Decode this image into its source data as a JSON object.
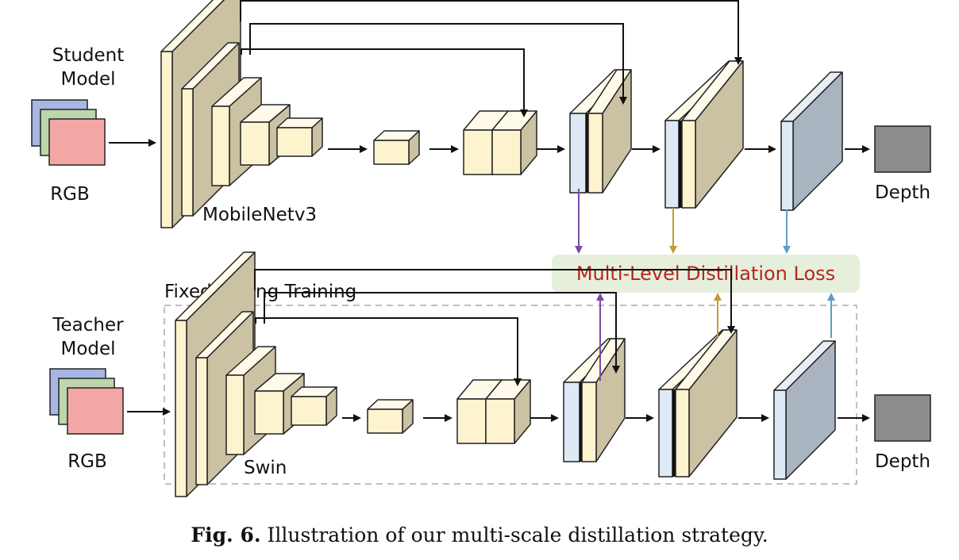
{
  "colors": {
    "feature_front": "#fdf3cf",
    "feature_top": "#fffaea",
    "feature_side": "#cbc1a3",
    "decoder_blue_front": "#dde9f5",
    "decoder_gray_side": "#aab4c0",
    "rgb_blue": "#a7b6e3",
    "rgb_green": "#bcd7ab",
    "rgb_red": "#f3a7a5",
    "depth": "#8c8c8c",
    "loss_box": "#e6efdc",
    "loss_text": "#b3281e",
    "arrow_purple": "#7b4aa6",
    "arrow_gold": "#c59a39",
    "arrow_blue": "#5e9ec6",
    "dashed_border": "#bfbfbf"
  },
  "student": {
    "title_line1": "Student",
    "title_line2": "Model",
    "input_label": "RGB",
    "encoder_label": "MobileNetv3",
    "output_label": "Depth"
  },
  "teacher": {
    "title_line1": "Teacher",
    "title_line2": "Model",
    "input_label": "RGB",
    "encoder_label": "Swin",
    "output_label": "Depth",
    "fixed_label": "Fixed During Training"
  },
  "loss": {
    "label": "Multi-Level Distillation Loss"
  },
  "caption": {
    "prefix": "Fig. 6.",
    "text": "Illustration of our multi-scale distillation strategy."
  }
}
